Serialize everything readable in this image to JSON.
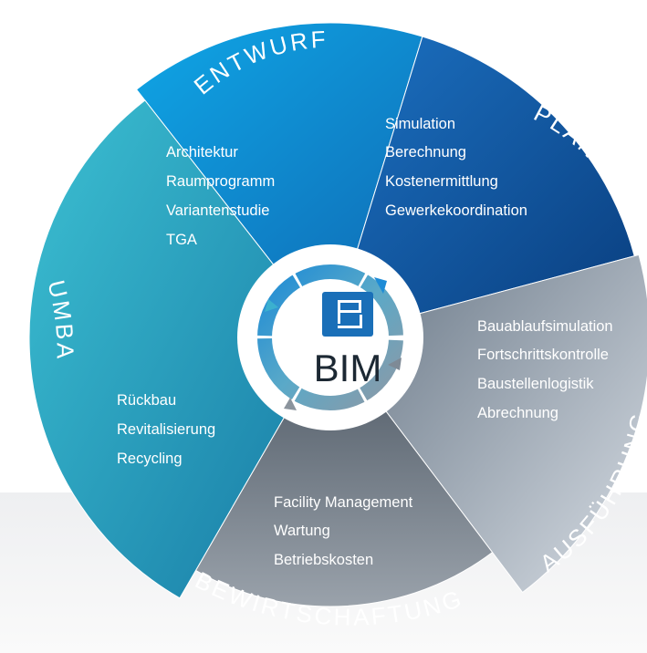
{
  "center": {
    "logo_icon": "bim-b-logo-icon",
    "label": "BIM"
  },
  "phases": [
    {
      "id": "entwurf",
      "title": "ENTWURF",
      "color": "#1683d1",
      "items": [
        "Architektur",
        "Raumprogramm",
        "Variantenstudie",
        "TGA"
      ]
    },
    {
      "id": "planung",
      "title": "PLANUNG",
      "color": "#1466b0",
      "items": [
        "Simulation",
        "Berechnung",
        "Kostenermittlung",
        "Gewerkekoordination"
      ]
    },
    {
      "id": "ausfuehrung",
      "title": "AUSFÜHRUNG",
      "color": "#94a1b0",
      "items": [
        "Bauablaufsimulation",
        "Fortschrittskontrolle",
        "Baustellenlogistik",
        "Abrechnung"
      ]
    },
    {
      "id": "bewirtschaftung",
      "title": "BEWIRTSCHAFTUNG",
      "color": "#7d8690",
      "items": [
        "Facility Management",
        "Wartung",
        "Betriebskosten"
      ]
    },
    {
      "id": "umbau",
      "title": "UMBAU",
      "color": "#2aa3c4",
      "items": [
        "Rückbau",
        "Revitalisierung",
        "Recycling"
      ]
    }
  ]
}
